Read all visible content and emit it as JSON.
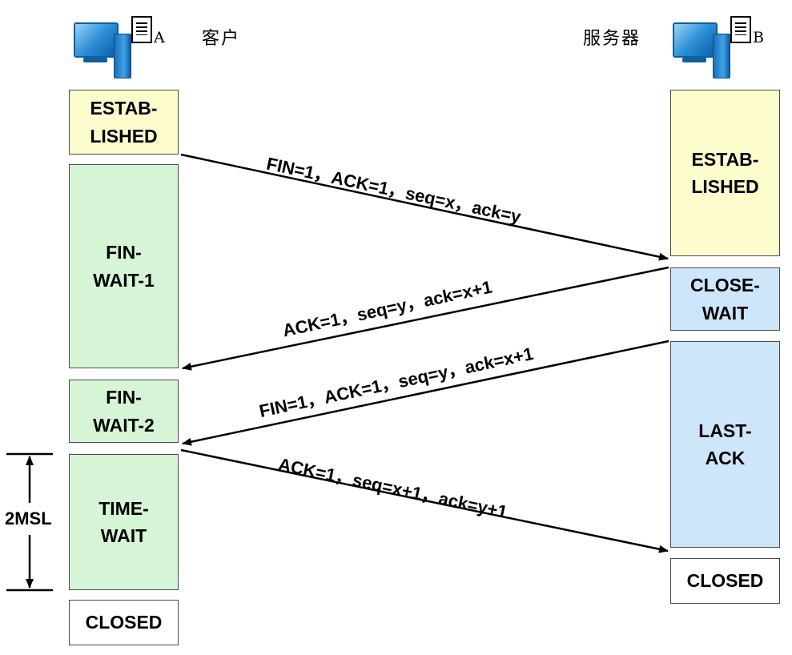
{
  "hosts": {
    "client": {
      "letter": "A",
      "label": "客户"
    },
    "server": {
      "letter": "B",
      "label": "服务器"
    }
  },
  "client_states": [
    {
      "id": "established",
      "label": "ESTAB-\nLISHED"
    },
    {
      "id": "fin-wait-1",
      "label": "FIN-\nWAIT-1"
    },
    {
      "id": "fin-wait-2",
      "label": "FIN-\nWAIT-2"
    },
    {
      "id": "time-wait",
      "label": "TIME-\nWAIT"
    },
    {
      "id": "closed",
      "label": "CLOSED"
    }
  ],
  "server_states": [
    {
      "id": "established",
      "label": "ESTAB-\nLISHED"
    },
    {
      "id": "close-wait",
      "label": "CLOSE-\nWAIT"
    },
    {
      "id": "last-ack",
      "label": "LAST-\nACK"
    },
    {
      "id": "closed",
      "label": "CLOSED"
    }
  ],
  "messages": [
    {
      "text": "FIN=1，ACK=1，seq=x，ack=y",
      "direction": "A-to-B"
    },
    {
      "text": "ACK=1，seq=y，ack=x+1",
      "direction": "B-to-A"
    },
    {
      "text": "FIN=1，ACK=1，seq=y，ack=x+1",
      "direction": "B-to-A"
    },
    {
      "text": "ACK=1，seq=x+1，ack=y+1",
      "direction": "A-to-B"
    }
  ],
  "timer": {
    "label": "2MSL"
  },
  "colors": {
    "established": "#fcfccc",
    "client_wait": "#d6f5d6",
    "server_wait": "#cde6fa",
    "closed": "#ffffff",
    "arrow": "#000000"
  }
}
